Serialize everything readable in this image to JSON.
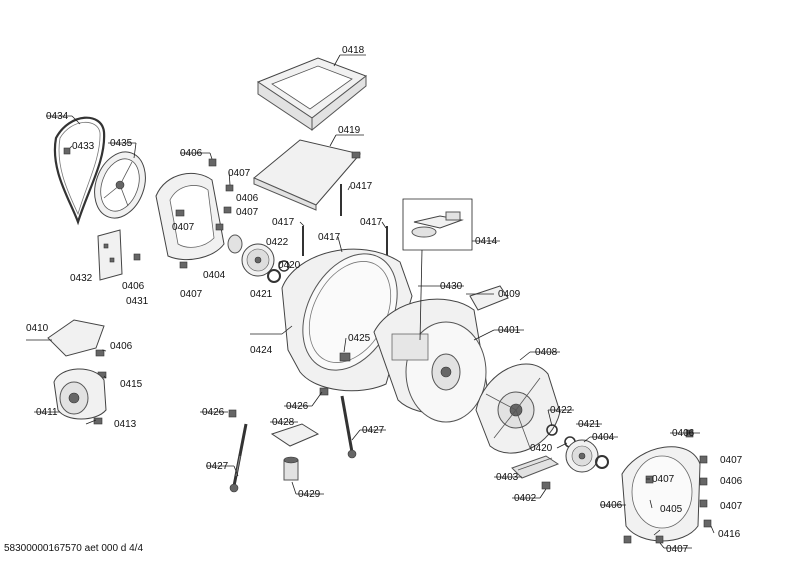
{
  "footer": "58300000167570 aet 000 d 4/4",
  "labels": {
    "l0418": "0418",
    "l0419": "0419",
    "l0434": "0434",
    "l0433": "0433",
    "l0435": "0435",
    "l0406a": "0406",
    "l0407a": "0407",
    "l0406b": "0406",
    "l0407b": "0407",
    "l0407c": "0407",
    "l0417a": "0417",
    "l0417b": "0417",
    "l0417c": "0417",
    "l0417d": "0417",
    "l0414": "0414",
    "l0422a": "0422",
    "l0420a": "0420",
    "l0421a": "0421",
    "l0404a": "0404",
    "l0407d": "0407",
    "l0406c": "0406",
    "l0431": "0431",
    "l0432": "0432",
    "l0430": "0430",
    "l0409": "0409",
    "l0401": "0401",
    "l0424": "0424",
    "l0425": "0425",
    "l0410": "0410",
    "l0406d": "0406",
    "l0415": "0415",
    "l0411": "0411",
    "l0413": "0413",
    "l0408": "0408",
    "l0426a": "0426",
    "l0426b": "0426",
    "l0428": "0428",
    "l0427a": "0427",
    "l0427b": "0427",
    "l0429": "0429",
    "l0422b": "0422",
    "l0421b": "0421",
    "l0420b": "0420",
    "l0404b": "0404",
    "l0403": "0403",
    "l0402": "0402",
    "l0406e": "0406",
    "l0407e": "0407",
    "l0406f": "0406",
    "l0407f": "0407",
    "l0407g": "0407",
    "l0406g": "0406",
    "l0405": "0405",
    "l0416": "0416",
    "l0407h": "0407"
  }
}
